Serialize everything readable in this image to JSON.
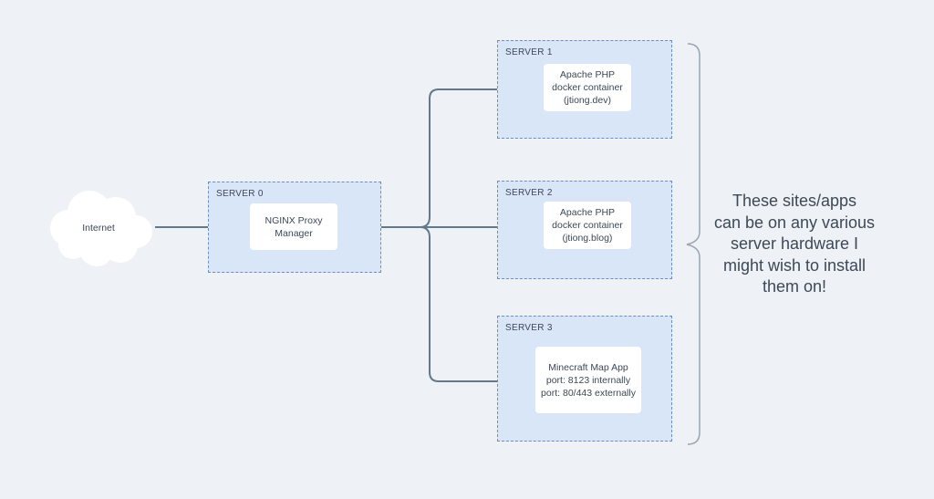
{
  "cloud": {
    "label": "Internet"
  },
  "servers": [
    {
      "label": "SERVER 0",
      "node_text": "NGINX Proxy\nManager"
    },
    {
      "label": "SERVER 1",
      "node_text": "Apache PHP\ndocker container\n(jtiong.dev)"
    },
    {
      "label": "SERVER 2",
      "node_text": "Apache PHP\ndocker container\n(jtiong.blog)"
    },
    {
      "label": "SERVER 3",
      "node_text": "Minecraft Map App\nport: 8123 internally\nport: 80/443 externally"
    }
  ],
  "annotation": {
    "text": "These sites/apps\ncan be on any various\nserver hardware I\nmight wish to install\nthem on!"
  },
  "colors": {
    "background": "#eef1f5",
    "server_fill": "#d8e6f8",
    "server_border": "#6c8ebf",
    "node_fill": "#ffffff",
    "connector": "#64788c",
    "brace": "#9aa6b2",
    "text": "#3d4854"
  }
}
